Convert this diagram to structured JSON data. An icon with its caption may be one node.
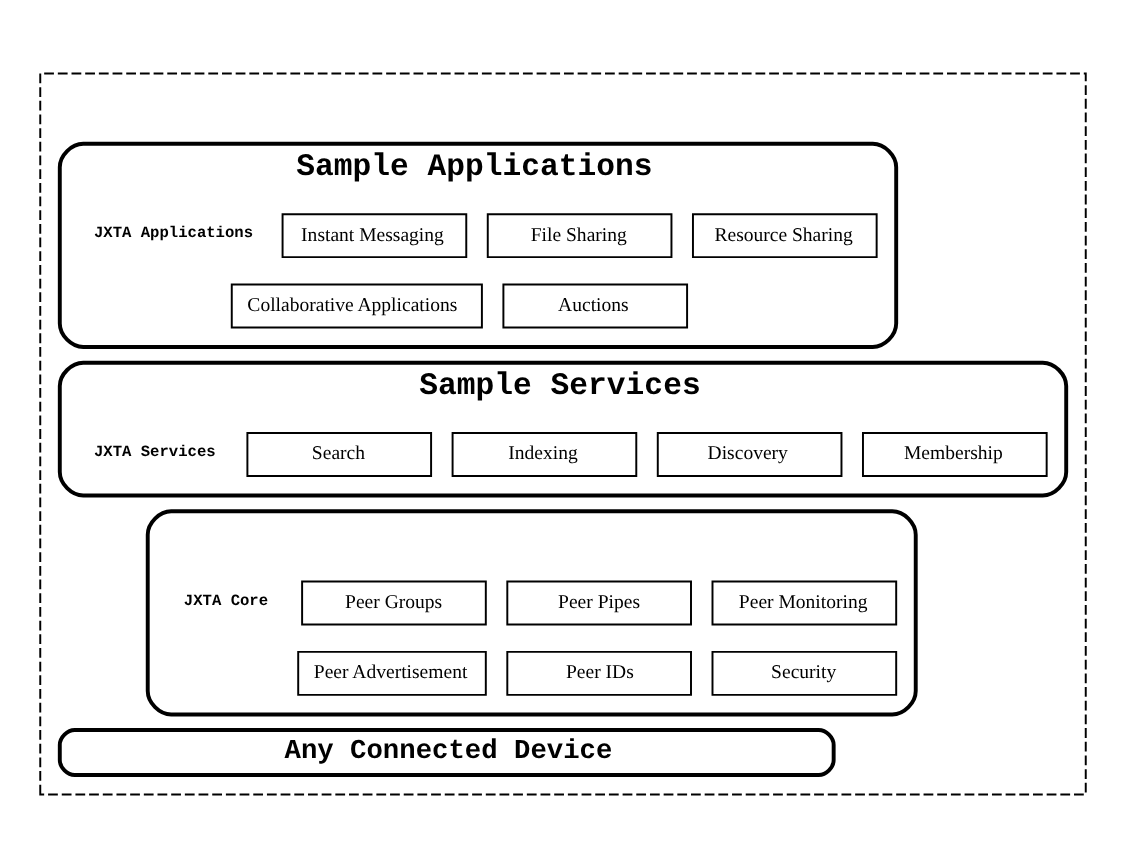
{
  "diagram": {
    "nodes": [
      {
        "text": [],
        "shape": "box"
      },
      {
        "text": [
          "Sample Applications"
        ],
        "in": 0,
        "beside": [
          "JXTA Applications"
        ]
      },
      {
        "text": [
          "Instant Messaging"
        ],
        "in": 1
      },
      {
        "text": [
          "File Sharing"
        ],
        "in": 1
      },
      {
        "text": [
          "Resource Sharing"
        ],
        "in": 1
      },
      {
        "text": [
          "Collaborative Applications"
        ],
        "in": 1
      },
      {
        "text": [
          "Auctions"
        ],
        "in": 1
      },
      {
        "text": [
          "Sample Services"
        ],
        "in": 0,
        "beside": [
          "JXTA Services"
        ]
      },
      {
        "text": [
          "Search"
        ],
        "in": 7
      },
      {
        "text": [
          "Indexing"
        ],
        "in": 7
      },
      {
        "text": [
          "Discovery"
        ],
        "in": 7
      },
      {
        "text": [
          "Membership"
        ],
        "in": 7
      },
      {
        "text": [],
        "shape": "box",
        "in": 0,
        "beside": [
          "JXTA Core"
        ]
      },
      {
        "text": [
          "Peer Groups"
        ],
        "in": 12
      },
      {
        "text": [
          "Peer Pipes"
        ],
        "in": 12
      },
      {
        "text": [
          "Peer Monitoring"
        ],
        "in": 12
      },
      {
        "text": [
          "Peer Advertisement"
        ],
        "in": 12
      },
      {
        "text": [
          "Peer IDs"
        ],
        "in": 12
      },
      {
        "text": [
          "Security"
        ],
        "in": 12
      },
      {
        "text": [
          "Any Connected Device"
        ],
        "in": 0
      }
    ]
  }
}
